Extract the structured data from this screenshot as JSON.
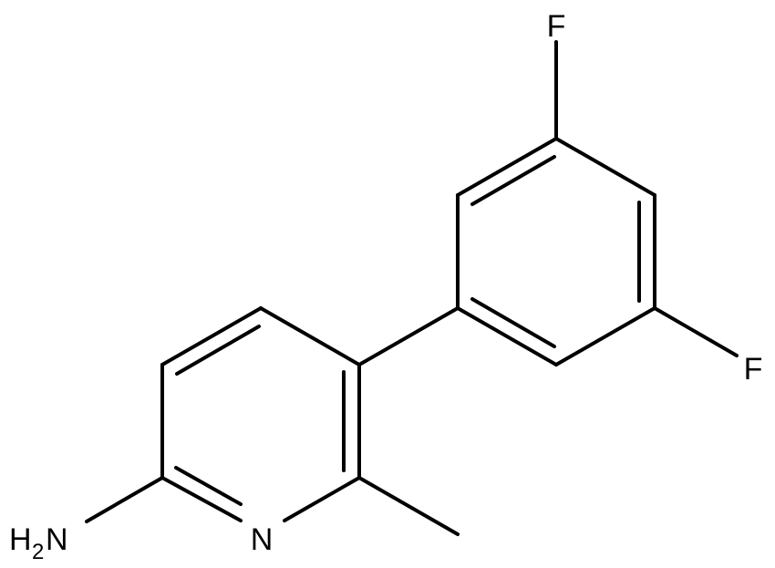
{
  "molecule": {
    "atoms": {
      "F_top": "F",
      "F_right": "F",
      "N_ring": "N",
      "NH2_H": "H",
      "NH2_sub": "2",
      "NH2_N": "N"
    }
  }
}
